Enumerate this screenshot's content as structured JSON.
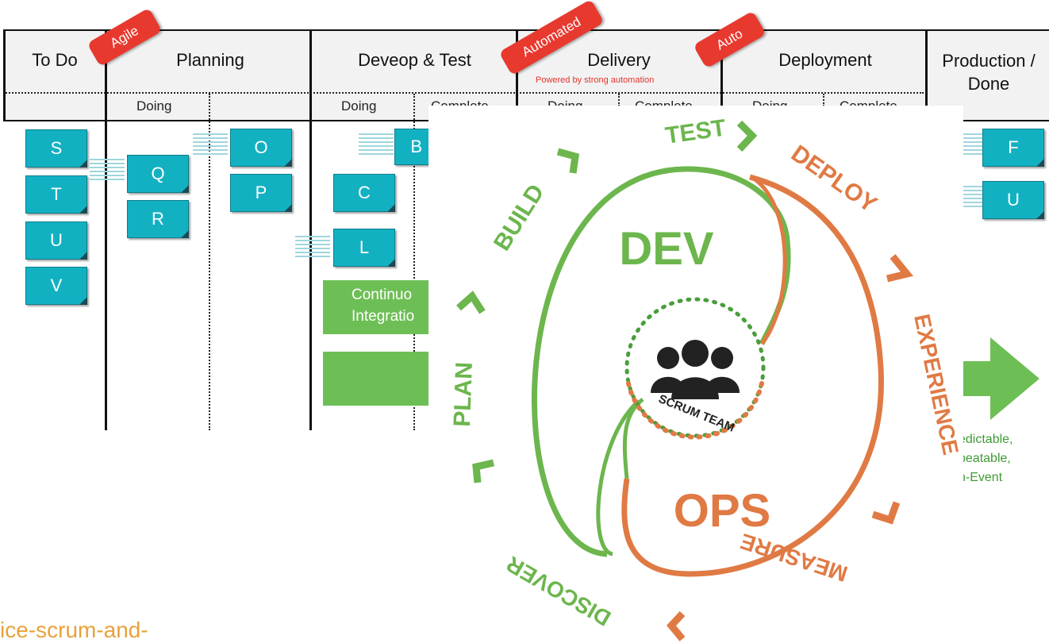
{
  "board": {
    "columns": [
      {
        "title": "To Do"
      },
      {
        "title": "Planning",
        "sub": [
          "Doing"
        ]
      },
      {
        "title": "Deveop & Test",
        "sub": [
          "Doing",
          "Complete"
        ]
      },
      {
        "title": "Delivery",
        "note": "Powered by strong automation",
        "sub": [
          "Doing",
          "Complete"
        ]
      },
      {
        "title": "Deployment",
        "sub": [
          "Doing",
          "Complete"
        ]
      },
      {
        "title": "Production / Done"
      }
    ],
    "tags": [
      "Agile",
      "Automated",
      "Auto"
    ],
    "cards": [
      "S",
      "T",
      "U",
      "V",
      "Q",
      "R",
      "O",
      "P",
      "B",
      "C",
      "L",
      "F",
      "U"
    ],
    "green_boxes": [
      {
        "line1": "Continuo",
        "line2": "Integratio"
      },
      {
        "line1": "",
        "line2": ""
      }
    ],
    "side_note": [
      "edictable,",
      "peatable,",
      "n-Event"
    ],
    "url_fragment": "ice-scrum-and-"
  },
  "devops": {
    "dev": "DEV",
    "ops": "OPS",
    "team": "SCRUM TEAM",
    "stages": {
      "test": "TEST",
      "deploy": "DEPLOY",
      "experience": "EXPERIENCE",
      "measure": "MEASURE",
      "discover": "DISCOVER",
      "plan": "PLAN",
      "build": "BUILD"
    },
    "colors": {
      "green": "#6cb64d",
      "orange": "#e07a44",
      "team": "#222222"
    }
  }
}
